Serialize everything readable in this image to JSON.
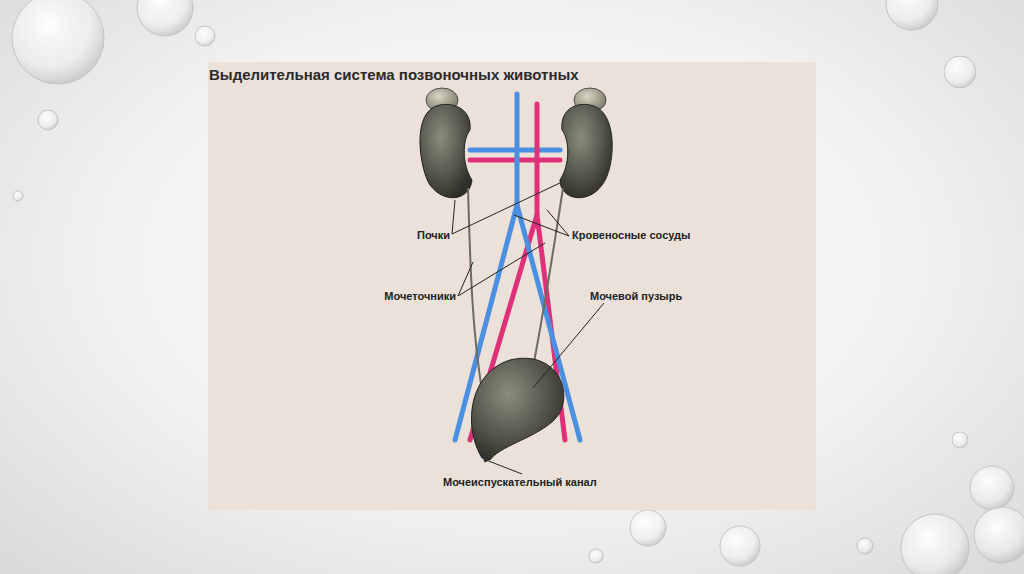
{
  "diagram": {
    "title": "Выделительная система позвоночных животных",
    "labels": [
      "Почки",
      "Кровеносные сосуды",
      "Мочеточники",
      "Мочевой пузырь",
      "Мочеиспускательный канал"
    ]
  }
}
